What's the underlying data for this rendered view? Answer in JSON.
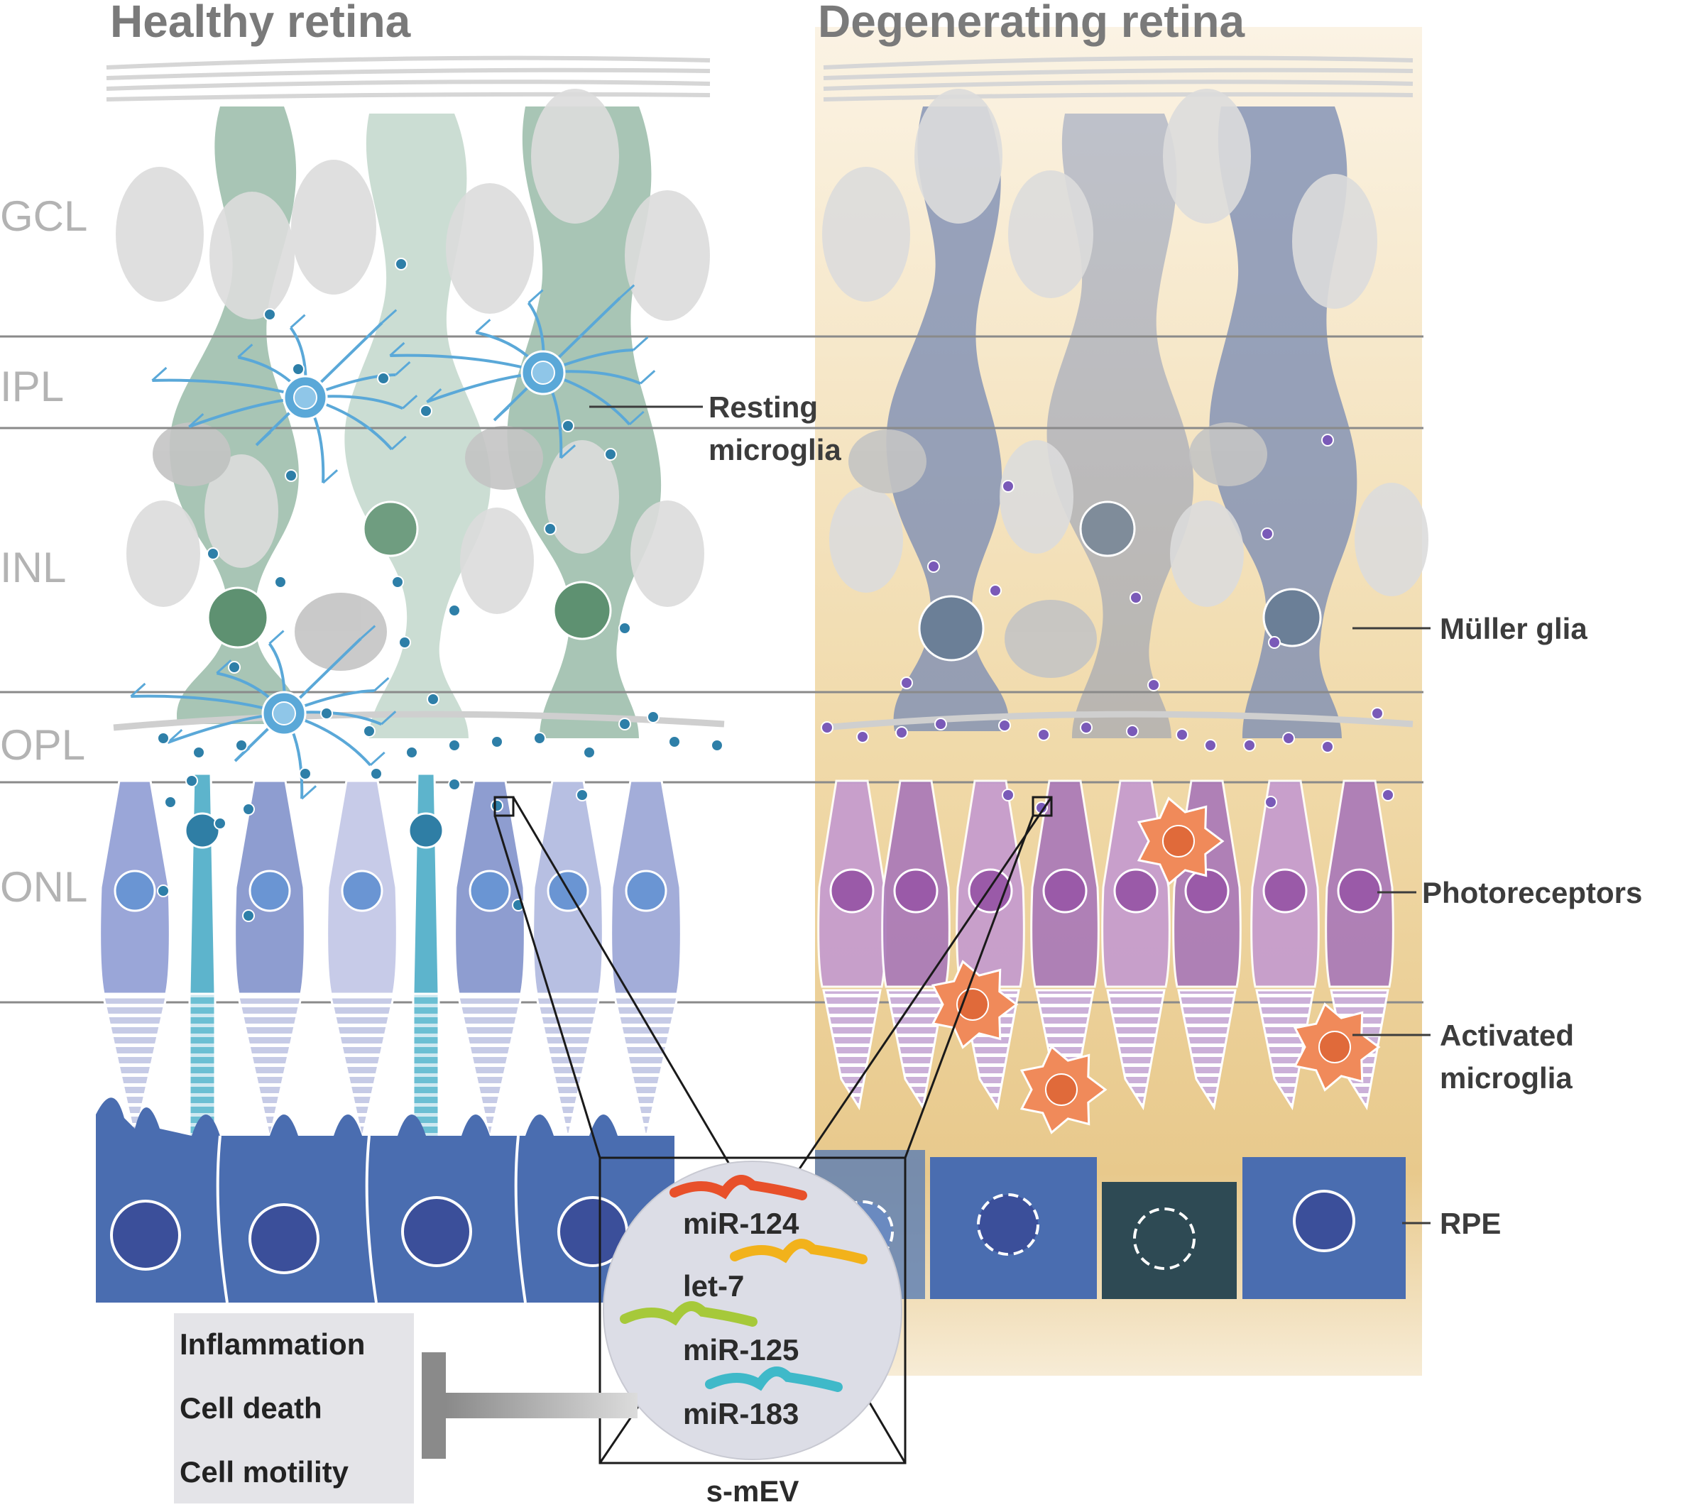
{
  "titles": {
    "healthy": "Healthy retina",
    "degenerating": "Degenerating retina"
  },
  "layers": [
    "GCL",
    "IPL",
    "INL",
    "OPL",
    "ONL"
  ],
  "callouts": {
    "resting_microglia": [
      "Resting",
      "microglia"
    ],
    "muller_glia": "Müller glia",
    "photoreceptors": "Photoreceptors",
    "activated_microglia": [
      "Activated",
      "microglia"
    ],
    "rpe": "RPE"
  },
  "vesicle": {
    "label": "s-mEV",
    "mirnas": [
      {
        "name": "miR-124",
        "color": "#e8502a"
      },
      {
        "name": "let-7",
        "color": "#f2b21b"
      },
      {
        "name": "miR-125",
        "color": "#a6c93a"
      },
      {
        "name": "miR-183",
        "color": "#3fb9c9"
      }
    ]
  },
  "effects": [
    "Inflammation",
    "Cell death",
    "Cell motility"
  ],
  "colors": {
    "muller_healthy": "#8fb5a0",
    "muller_degenerating": "#7f8fb5",
    "photoreceptor_healthy": "#8e9dd0",
    "photoreceptor_degenerating": "#b37fbf",
    "resting_microglia": "#5aa8d8",
    "activated_microglia": "#f08a5a",
    "rpe": "#4a6db0",
    "degenerating_background": "#efd9a8"
  }
}
